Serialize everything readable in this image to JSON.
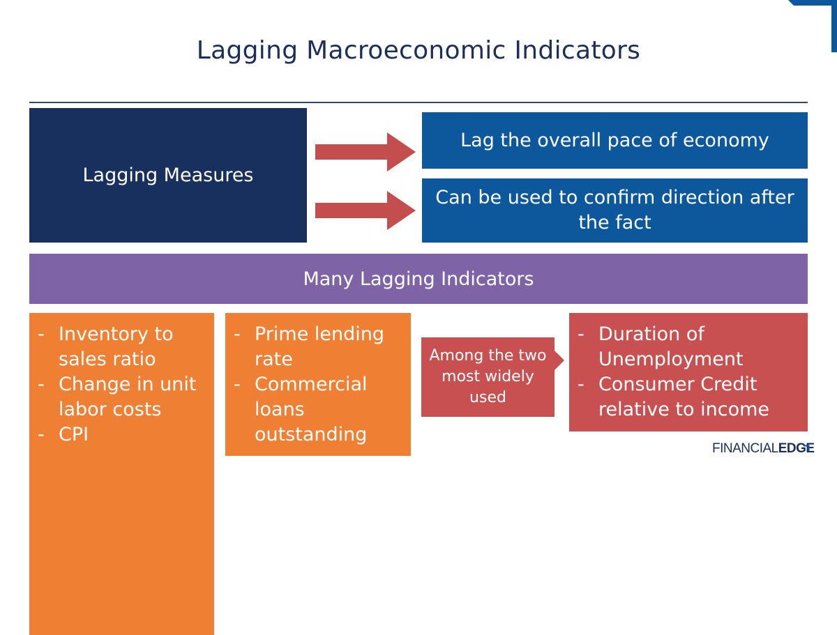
{
  "title": "Lagging Macroeconomic Indicators",
  "lagging_measures": "Lagging Measures",
  "outcomes": [
    "Lag the overall pace of economy",
    "Can be used to confirm direction after the fact"
  ],
  "many_indicators": "Many Lagging Indicators",
  "groups": [
    {
      "items": [
        "Inventory to sales ratio",
        "Change in unit labor costs",
        "CPI"
      ]
    },
    {
      "items": [
        "Prime lending rate",
        "Commercial loans outstanding"
      ]
    }
  ],
  "callout": "Among the two most widely used",
  "most_used": [
    "Duration of Unemployment",
    "Consumer Credit relative to income"
  ],
  "logo": {
    "part1": "FINANCIAL",
    "part2": "EDGE"
  },
  "colors": {
    "navy": "#17305e",
    "blue": "#0d589c",
    "purple": "#7e63a7",
    "orange": "#ef7f33",
    "red": "#c95050",
    "arrow": "#c44d4e"
  }
}
